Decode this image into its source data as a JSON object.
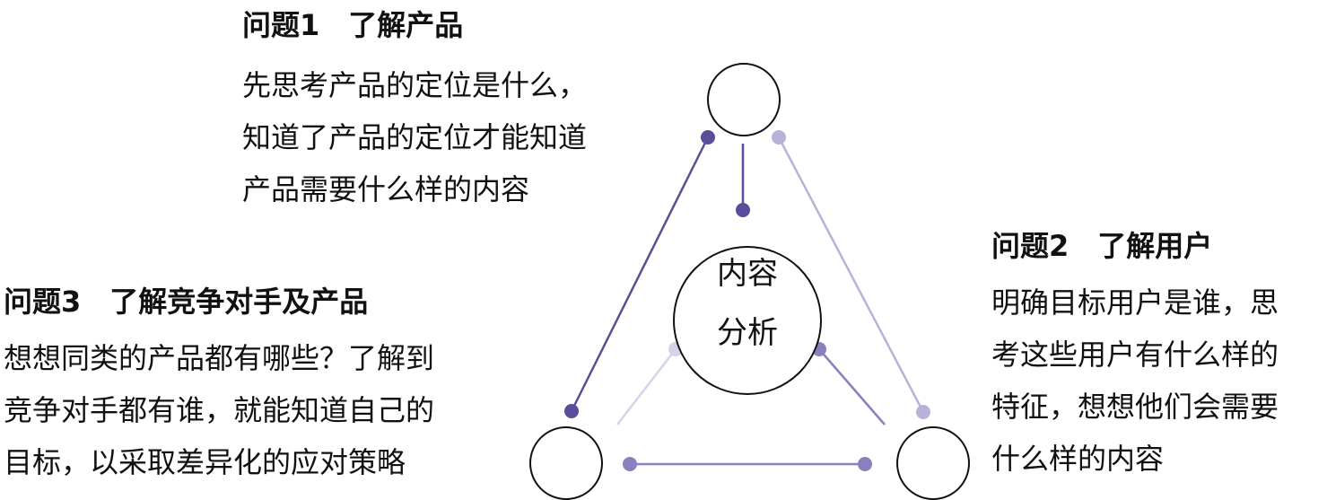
{
  "center": {
    "line1": "内容",
    "line2": "分析"
  },
  "q1": {
    "title": "问题1　了解产品",
    "lines": [
      "先思考产品的定位是什么，",
      "知道了产品的定位才能知道",
      "产品需要什么样的内容"
    ]
  },
  "q2": {
    "title": "问题2　了解用户",
    "lines": [
      "明确目标用户是谁，思",
      "考这些用户有什么样的",
      "特征，想想他们会需要",
      "什么样的内容"
    ]
  },
  "q3": {
    "title": "问题3　了解竞争对手及产品",
    "lines": [
      "想想同类的产品都有哪些？了解到",
      "竞争对手都有谁，就能知道自己的",
      "目标，以采取差异化的应对策略"
    ]
  },
  "colors": {
    "dark": "#5a4e9a",
    "mid": "#8a80bd",
    "light": "#b9b2d8",
    "pale": "#d6d2e9"
  }
}
